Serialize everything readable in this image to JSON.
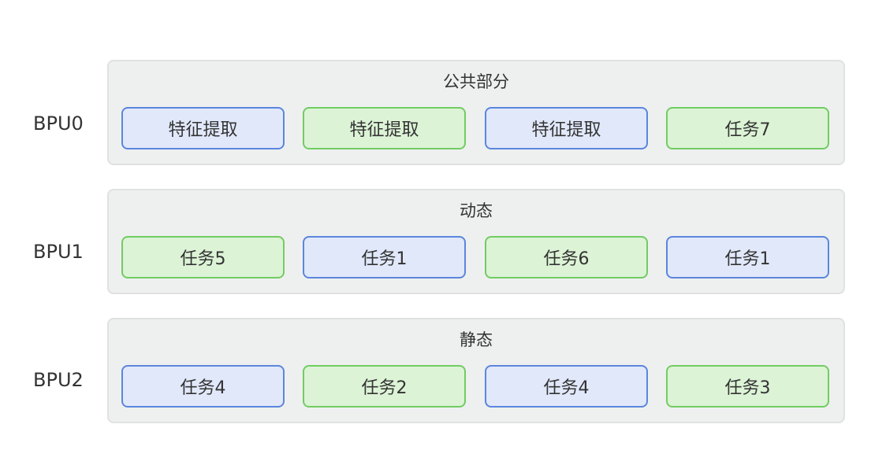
{
  "colors": {
    "blue_fill": "#e1e8fa",
    "blue_border": "#5b86dd",
    "green_fill": "#dcf3d6",
    "green_border": "#72cc62",
    "group_fill": "#eef0f0"
  },
  "rows": [
    {
      "label": "BPU0",
      "group_title": "公共部分",
      "tasks": [
        {
          "text": "特征提取",
          "color": "blue"
        },
        {
          "text": "特征提取",
          "color": "green"
        },
        {
          "text": "特征提取",
          "color": "blue"
        },
        {
          "text": "任务7",
          "color": "green"
        }
      ]
    },
    {
      "label": "BPU1",
      "group_title": "动态",
      "tasks": [
        {
          "text": "任务5",
          "color": "green"
        },
        {
          "text": "任务1",
          "color": "blue"
        },
        {
          "text": "任务6",
          "color": "green"
        },
        {
          "text": "任务1",
          "color": "blue"
        }
      ]
    },
    {
      "label": "BPU2",
      "group_title": "静态",
      "tasks": [
        {
          "text": "任务4",
          "color": "blue"
        },
        {
          "text": "任务2",
          "color": "green"
        },
        {
          "text": "任务4",
          "color": "blue"
        },
        {
          "text": "任务3",
          "color": "green"
        }
      ]
    }
  ]
}
